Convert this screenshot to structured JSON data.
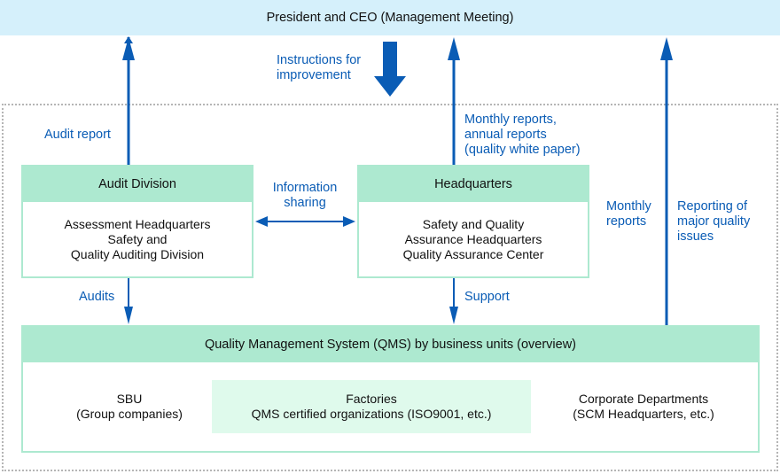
{
  "top": {
    "title": "President and CEO (Management Meeting)"
  },
  "labels": {
    "instructions": "Instructions for\nimprovement",
    "audit_report": "Audit report",
    "monthly_annual": "Monthly reports,\nannual reports\n(quality white paper)",
    "info_sharing": "Information\nsharing",
    "monthly": "Monthly\nreports",
    "major_issues": "Reporting of\nmajor quality\nissues",
    "audits": "Audits",
    "support": "Support"
  },
  "audit_division": {
    "title": "Audit Division",
    "body": "Assessment Headquarters\nSafety and\nQuality Auditing Division"
  },
  "headquarters": {
    "title": "Headquarters",
    "body": "Safety and Quality\nAssurance Headquarters\nQuality Assurance Center"
  },
  "qms": {
    "title": "Quality Management System (QMS) by business units (overview)",
    "sbu": "SBU\n(Group companies)",
    "factories": "Factories\nQMS certified organizations (ISO9001, etc.)",
    "corporate": "Corporate Departments\n(SCM Headquarters, etc.)"
  },
  "colors": {
    "arrow": "#0a5cb5",
    "header": "#ade9d0",
    "top": "#d5f0fb",
    "factory": "#dffaec"
  }
}
